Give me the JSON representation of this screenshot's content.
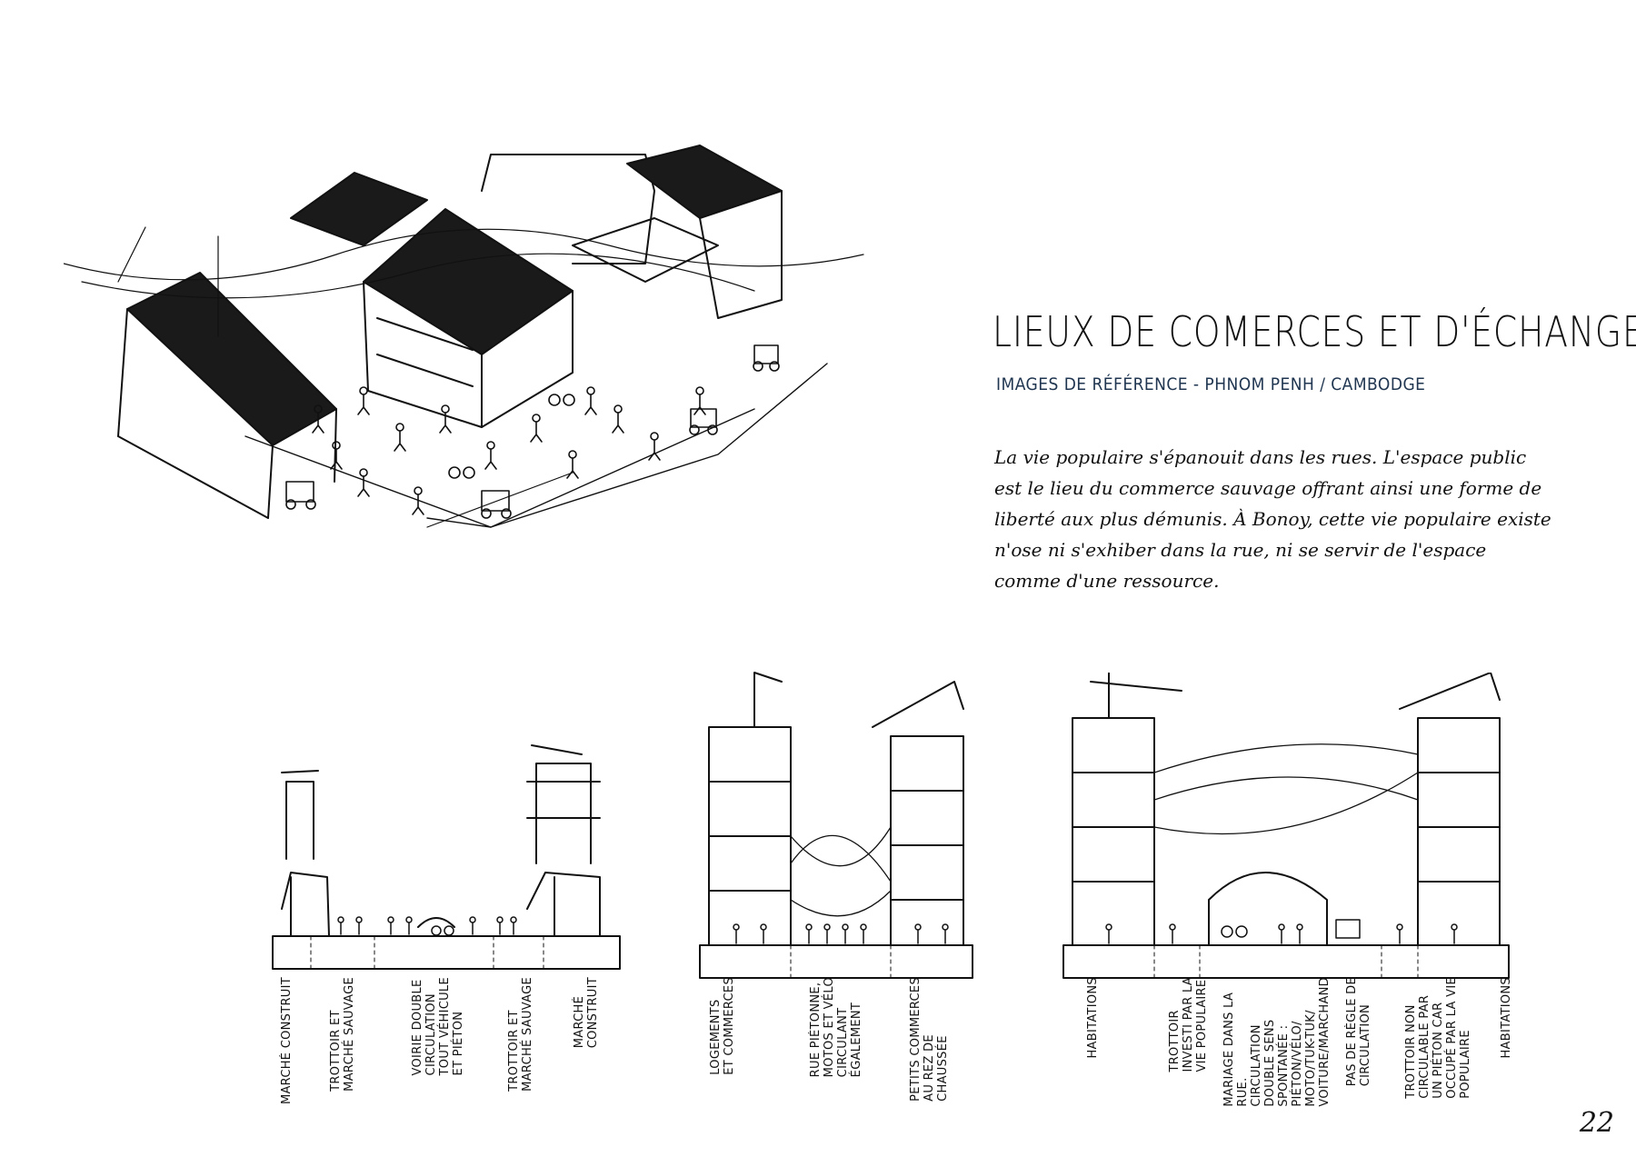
{
  "title": "LIEUX DE COMERCES ET D'ÉCHANGES",
  "subtitle": "IMAGES DE RÉFÉRENCE - PHNOM PENH / CAMBODGE",
  "paragraph": "La vie populaire s'épanouit dans les rues. L'espace public est le lieu du commerce sauvage offrant ainsi une forme de liberté aux plus démunis. À Bonoy, cette vie populaire existe n'ose ni s'exhiber dans la rue, ni se servir de l'espace comme d'une ressource.",
  "sections": [
    {
      "labels": [
        "MARCHÉ CONSTRUIT",
        "TROTTOIR ET\nMARCHÉ SAUVAGE",
        "VOIRIE DOUBLE\nCIRCULATION\nTOUT VÉHICULE\nET PIÉTON",
        "TROTTOIR ET\nMARCHÉ SAUVAGE",
        "MARCHÉ\nCONSTRUIT"
      ]
    },
    {
      "labels": [
        "LOGEMENTS\nET COMMERCES",
        "RUE PIÉTONNE,\nMOTOS ET VÉLO\nCIRCULANT\nÉGALEMENT",
        "PETITS COMMERCES\nAU REZ DE\nCHAUSSÉE"
      ]
    },
    {
      "labels": [
        "HABITATIONS",
        "TROTTOIR\nINVESTI PAR LA\nVIE POPULAIRE",
        "MARIAGE DANS LA\nRUE.\nCIRCULATION\nDOUBLE SENS\nSPONTANÉE :\nPIÉTON/VÉLO/\nMOTO/TUK-TUK/\nVOITURE/MARCHAND",
        "PAS DE RÈGLE DE\nCIRCULATION",
        "TROTTOIR NON\nCIRCULABLE PAR\nUN PIÉTON CAR\nOCCUPÉ PAR LA VIE\nPOPULAIRE",
        "HABITATIONS"
      ]
    }
  ],
  "page_number": "22"
}
